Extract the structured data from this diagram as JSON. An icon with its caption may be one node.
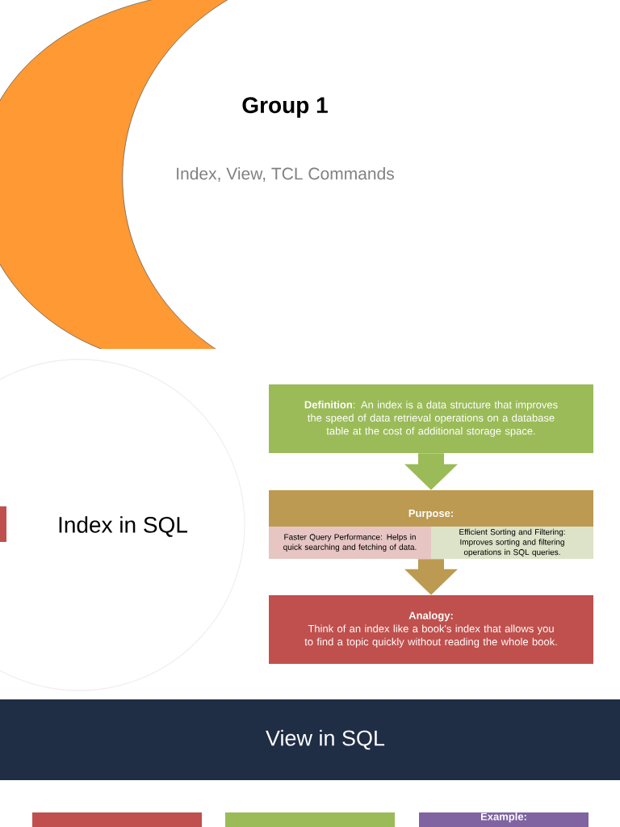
{
  "diagram": {
    "nodes": [
      {
        "text": [
          "**Definition**:  An index is a data structure that improves the speed of data retrieval operations on a database table at the cost of additional storage space."
        ]
      },
      {
        "text": [
          "Purpose:"
        ]
      },
      {
        "text": [
          "Faster Query Performance: Helps in quick searching and fetching of data."
        ],
        "in": 1
      },
      {
        "text": [
          "Efficient Sorting and Filtering: Improves sorting and filtering operations in SQL queries."
        ],
        "in": 1
      },
      {
        "text": [
          "Analogy:",
          "Think of an index like a book's index that allows you to find a topic quickly without reading the whole book."
        ]
      },
      {
        "text": [],
        "shape": "box"
      },
      {
        "text": [],
        "shape": "box"
      },
      {
        "text": [
          "Example:"
        ]
      }
    ],
    "edges": [
      {
        "from": 0,
        "to": 1,
        "arrow": "to",
        "color": "#9bbb59"
      },
      {
        "from": 1,
        "to": 4,
        "arrow": "to",
        "color": "#bc9a52"
      }
    ],
    "labels": [
      "Group 1",
      "Index, View, TCL Commands",
      "Index in SQL",
      "View in SQL"
    ]
  }
}
